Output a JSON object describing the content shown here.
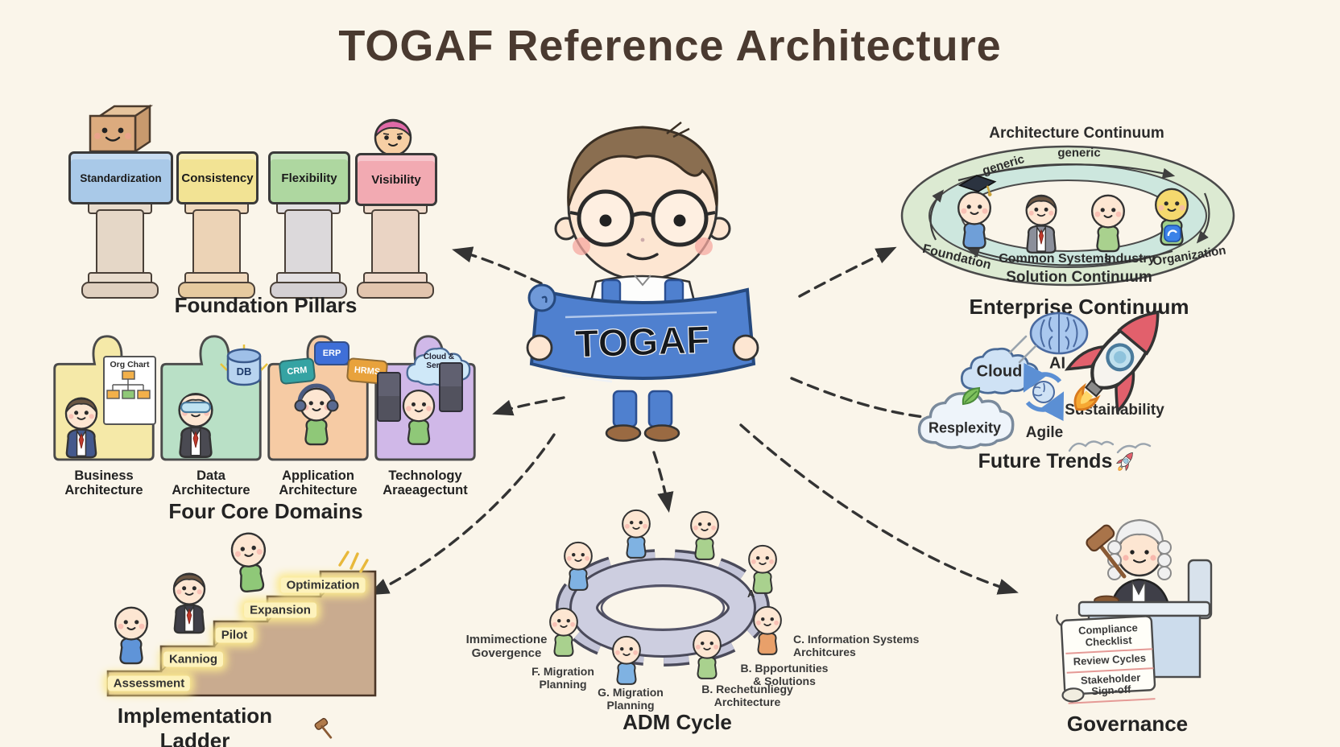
{
  "title": "TOGAF Reference Architecture",
  "colors": {
    "background": "#faf5ea",
    "ink": "#2e2e2e",
    "title_ink": "#4a3a30",
    "banner_blue": "#4f80cf"
  },
  "center_figure": {
    "banner_text": "TOGAF"
  },
  "foundation_pillars": {
    "caption": "Foundation Pillars",
    "pillars": [
      {
        "label": "Standardization",
        "cap_color": "#a9c9e8"
      },
      {
        "label": "Consistency",
        "cap_color": "#f2e394"
      },
      {
        "label": "Flexibility",
        "cap_color": "#aed7a0"
      },
      {
        "label": "Visibility",
        "cap_color": "#f2aab2"
      }
    ]
  },
  "four_core_domains": {
    "caption": "Four Core Domains",
    "domains": [
      {
        "line1": "Business",
        "line2": "Architecture",
        "piece_color": "#f5e9a8",
        "card_title": "Org Chart"
      },
      {
        "line1": "Data",
        "line2": "Architecture",
        "piece_color": "#b9e0c6",
        "db_label": "DB"
      },
      {
        "line1": "Application",
        "line2": "Architecture",
        "piece_color": "#f6cba4",
        "badges": [
          "CRM",
          "ERP",
          "HRMS"
        ]
      },
      {
        "line1": "Technology",
        "line2": "Araeagectunt",
        "piece_color": "#d0b8e8",
        "cloud_label": "Cloud & Server"
      }
    ]
  },
  "implementation_ladder": {
    "caption": "Implementation Ladder",
    "steps": [
      "Assessment",
      "Kanniog",
      "Pilot",
      "Expansion",
      "Optimization"
    ],
    "figure_colors": [
      "#5f94d8",
      "#3f3f48",
      "#8fc878"
    ]
  },
  "adm_cycle": {
    "caption": "ADM Cycle",
    "gear_letter": "A",
    "labels": [
      {
        "line1": "Immimectione",
        "line2": "Govergence"
      },
      {
        "line1": "F. Migration",
        "line2": "Planning"
      },
      {
        "line1": "G. Migration",
        "line2": "Planning"
      },
      {
        "line1": "B. Rechetunliegy",
        "line2": "Architecture"
      },
      {
        "line1": "B. Bpportunities",
        "line2": "& Solutions"
      },
      {
        "line1": "C. Information Systems",
        "line2": "Architcures"
      }
    ],
    "figure_colors": [
      "#7fb2e2",
      "#a9d18e",
      "#7fb2e2",
      "#a9d18e",
      "#a9d18e",
      "#7fb2e2",
      "#a9d18e",
      "#e8a06a"
    ]
  },
  "enterprise_continuum": {
    "caption": "Enterprise Continuum",
    "architecture_continuum": "Architecture Continuum",
    "solution_continuum": "Solution Continuum",
    "generic_top": "generic",
    "generic_left": "generic",
    "stages": [
      "Foundation",
      "Common Systems",
      "Industry",
      "Organization"
    ],
    "figures": [
      {
        "body": "#6f9fd8",
        "head": "#fde6d2"
      },
      {
        "body": "#8b8f9a",
        "head": "#fde6d2"
      },
      {
        "body": "#a9d18e",
        "head": "#fde6d2"
      },
      {
        "body": "#9fcf8a",
        "head": "#f5d96e"
      }
    ]
  },
  "future_trends": {
    "caption": "Future Trends",
    "cloud_label": "Cloud",
    "ai_label": "AI",
    "agile_label": "Agile",
    "sustainability_label": "Sustainability",
    "resplexity_label": "Resplexity"
  },
  "governance": {
    "caption": "Governance",
    "scroll_items": [
      "Compliance Checklist",
      "Review Cycles",
      "Stakeholder Sign-off"
    ]
  }
}
